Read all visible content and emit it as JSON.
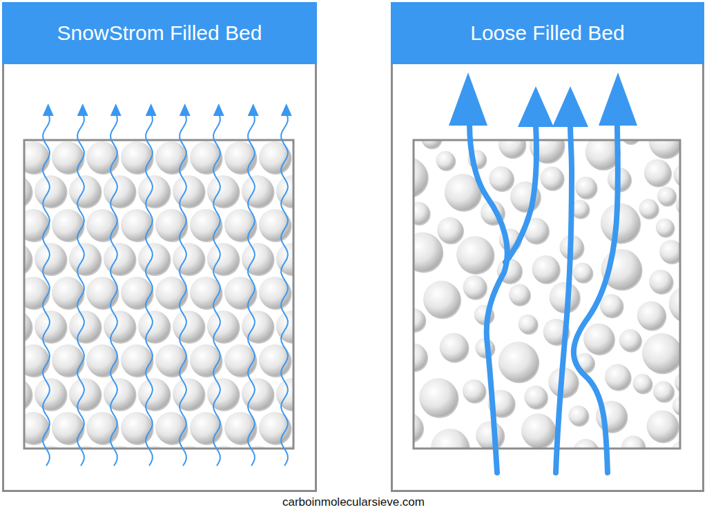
{
  "diagram": {
    "caption": "carboinmolecularsieve.com",
    "nodes": [
      {
        "text": [
          "SnowStrom Filled Bed"
        ]
      },
      {
        "text": [
          "Loose Filled Bed"
        ]
      }
    ]
  }
}
